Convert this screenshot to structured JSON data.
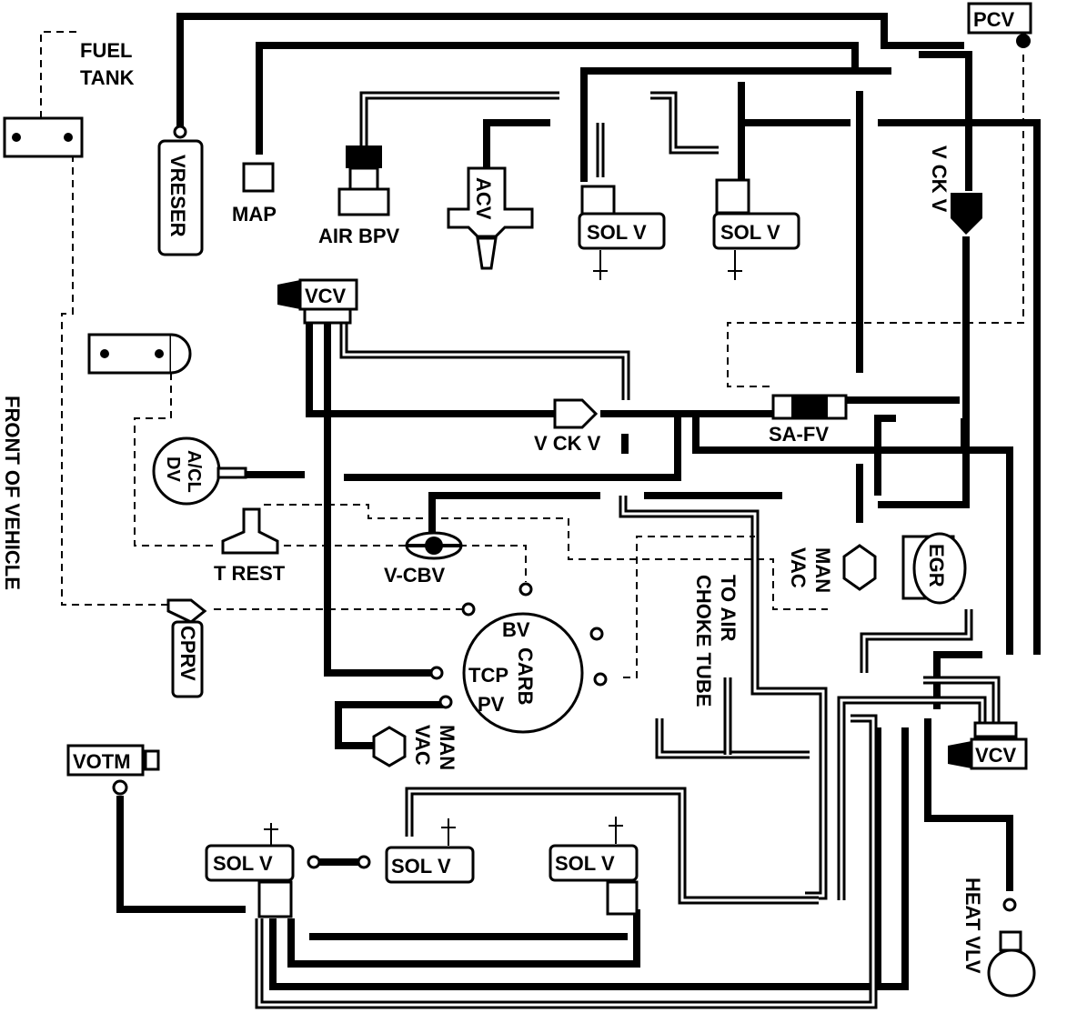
{
  "labels": {
    "fuel_tank_1": "FUEL",
    "fuel_tank_2": "TANK",
    "pcv": "PCV",
    "vreser": "VRESER",
    "map": "MAP",
    "air_bpv": "AIR BPV",
    "acv": "ACV",
    "sol_v_top_1": "SOL V",
    "sol_v_top_2": "SOL V",
    "v_ck_v_right": "V CK V",
    "vcv_top": "VCV",
    "front_of_vehicle": "FRONT OF VEHICLE",
    "v_ck_v_mid": "V CK V",
    "sa_fv": "SA-FV",
    "acl_dv_1": "A/CL",
    "acl_dv_2": "DV",
    "t_rest": "T REST",
    "v_cbv": "V-CBV",
    "man_vac_right_1": "MAN",
    "man_vac_right_2": "VAC",
    "to_air_1": "TO AIR",
    "to_air_2": "CHOKE TUBE",
    "egr": "EGR",
    "cprv": "CPRV",
    "bv": "BV",
    "carb": "CARB",
    "tcp": "TCP",
    "pv": "PV",
    "man_vac_low_1": "MAN",
    "man_vac_low_2": "VAC",
    "votm": "VOTM",
    "vcv_bottom": "VCV",
    "sol_v_bottom_1": "SOL V",
    "sol_v_bottom_2": "SOL V",
    "sol_v_bottom_3": "SOL V",
    "heat_vlv": "HEAT VLV"
  }
}
